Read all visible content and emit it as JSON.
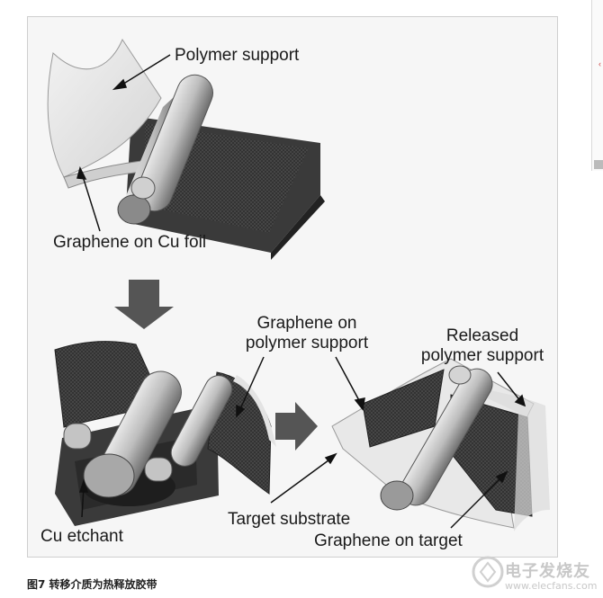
{
  "diagram": {
    "labels": {
      "polymer_support": "Polymer support",
      "graphene_on_cu_foil": "Graphene on Cu foil",
      "graphene_on_polymer_line1": "Graphene on",
      "graphene_on_polymer_line2": "polymer support",
      "released_line1": "Released",
      "released_line2": "polymer support",
      "cu_etchant": "Cu etchant",
      "target_substrate": "Target substrate",
      "graphene_on_target": "Graphene on target"
    },
    "colors": {
      "background": "#f6f6f6",
      "dark_sheet": "#3d3d3d",
      "light_film": "#e6e6e6",
      "roller": "#b9b9b9",
      "arrow": "#555555"
    }
  },
  "caption": "图7 转移介质为热释放胶带",
  "watermark": {
    "text": "电子发烧友",
    "url": "www.elecfans.com"
  }
}
